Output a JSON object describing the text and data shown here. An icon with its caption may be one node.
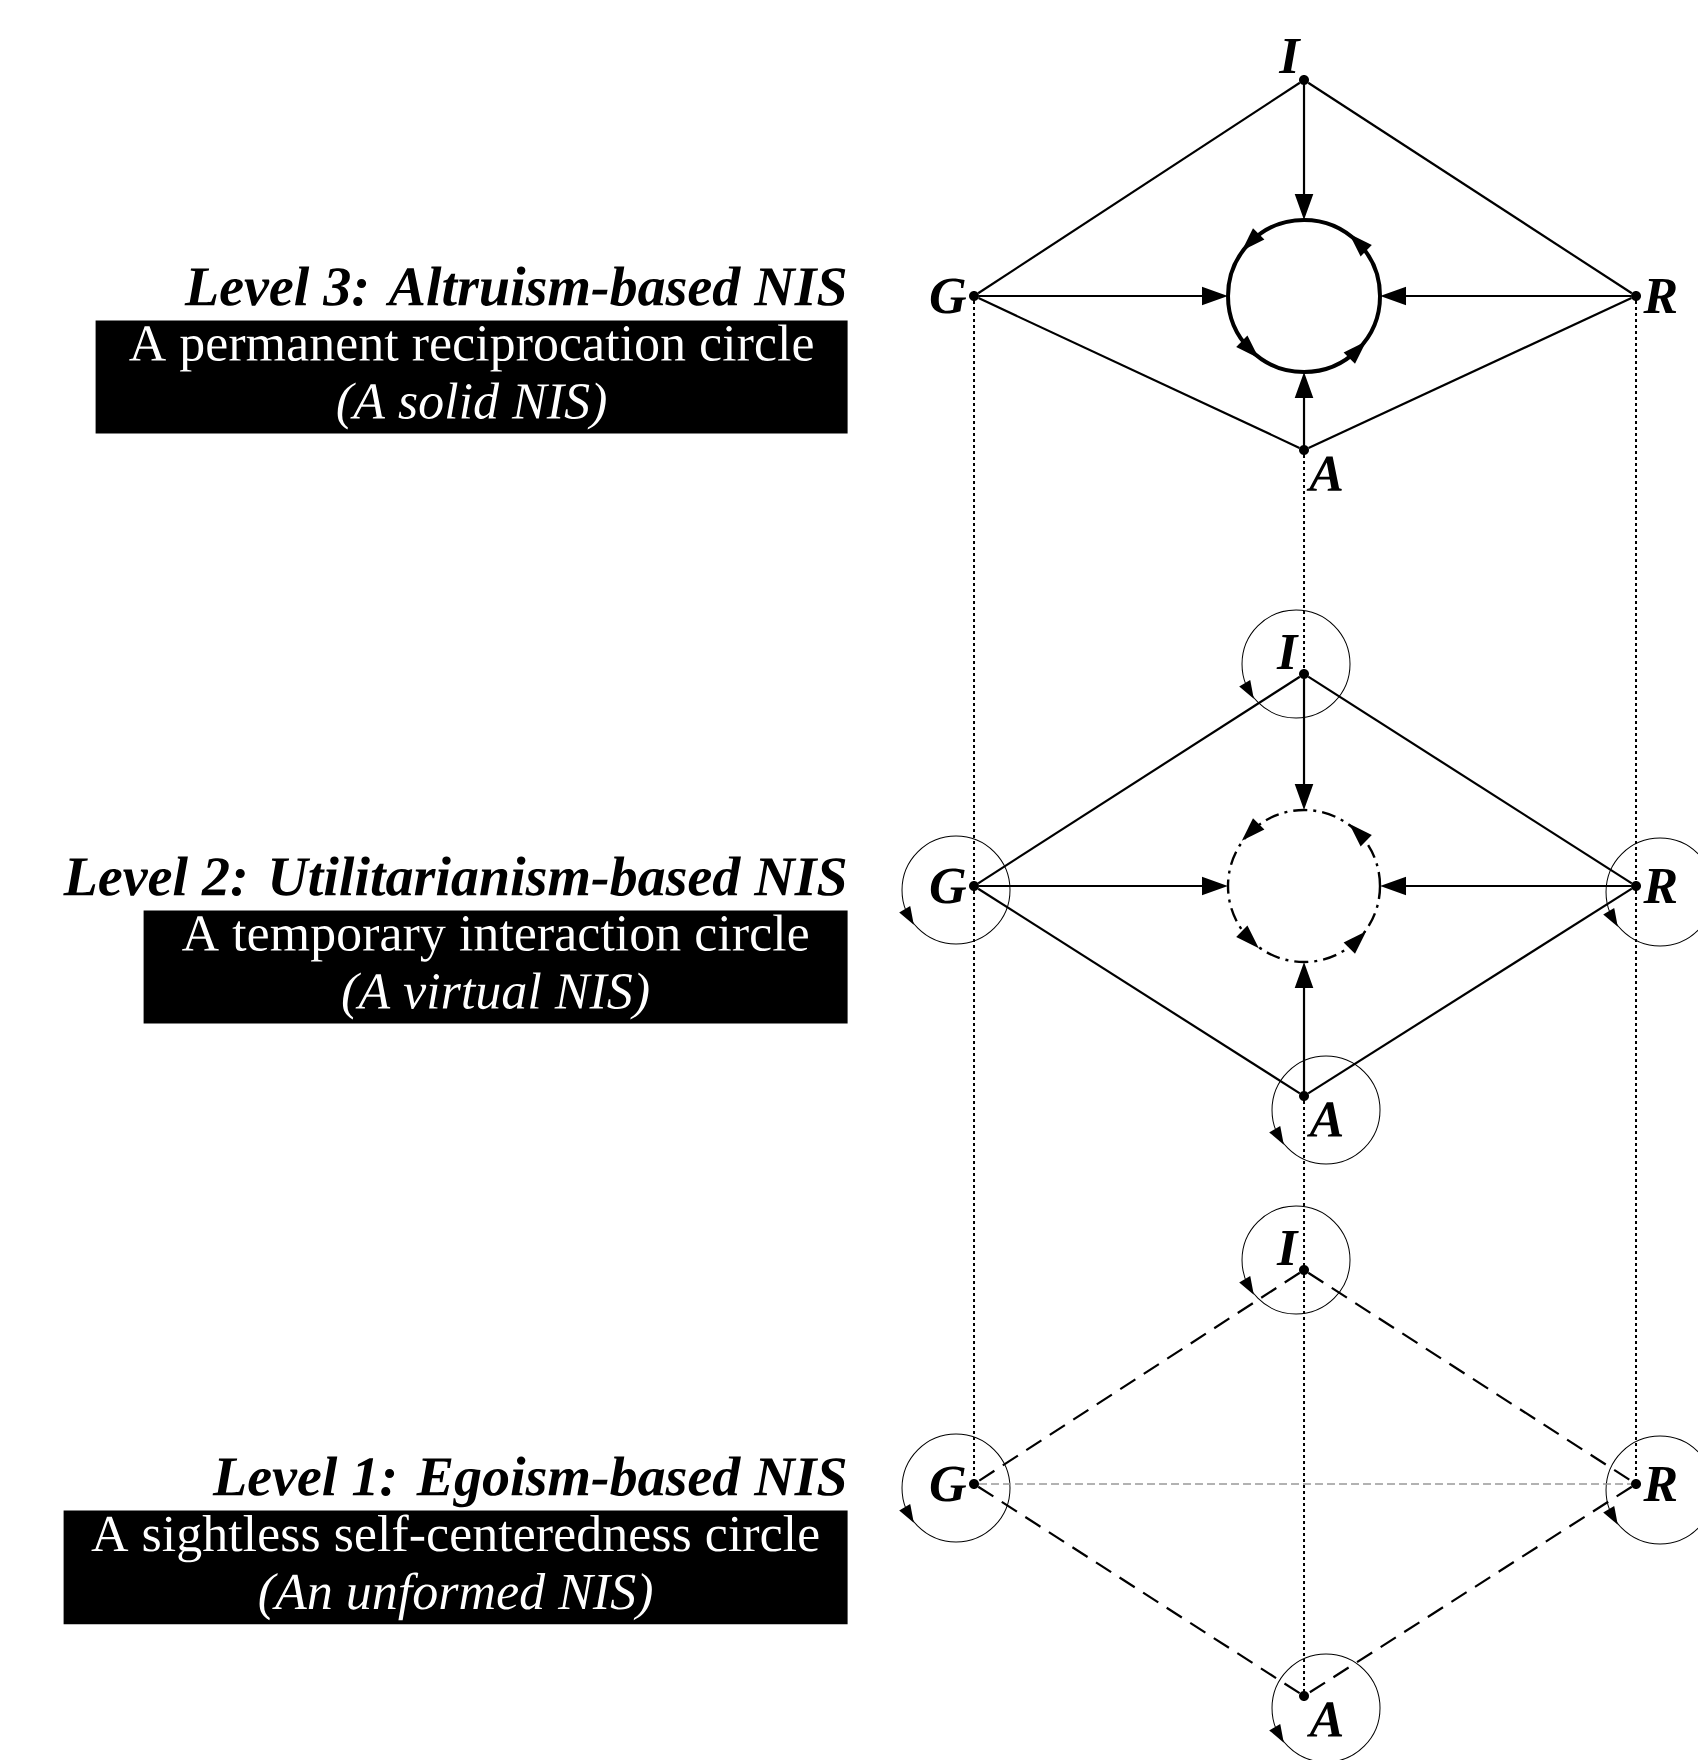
{
  "diagram": {
    "nodes": [
      {
        "text": [
          "Level 3: Altruism-based NIS",
          "A permanent reciprocation circle",
          "(A solid NIS)"
        ]
      },
      {
        "text": [
          "I"
        ]
      },
      {
        "text": [
          "G"
        ]
      },
      {
        "text": [
          "R"
        ]
      },
      {
        "text": [],
        "shape": "circle"
      },
      {
        "text": [
          "A"
        ]
      },
      {
        "text": [
          "Level 2: Utilitarianism-based NIS",
          "A temporary interaction circle",
          "(A virtual NIS)"
        ]
      },
      {
        "text": [
          "I"
        ]
      },
      {
        "text": [
          "G"
        ]
      },
      {
        "text": [
          "R"
        ]
      },
      {
        "text": [],
        "shape": "circle"
      },
      {
        "text": [
          "A"
        ]
      },
      {
        "text": [
          "Level 1: Egoism-based NIS",
          "A sightless self-centeredness circle",
          "(An unformed NIS)"
        ]
      },
      {
        "text": [
          "I"
        ]
      },
      {
        "text": [
          "G"
        ]
      },
      {
        "text": [
          "R"
        ]
      },
      {
        "text": [
          "A"
        ]
      }
    ],
    "edges": [
      {
        "from": 1,
        "to": 2,
        "arrow": "none"
      },
      {
        "from": 1,
        "to": 3,
        "arrow": "none"
      },
      {
        "from": 2,
        "to": 5,
        "arrow": "none"
      },
      {
        "from": 3,
        "to": 5,
        "arrow": "none"
      },
      {
        "from": 1,
        "to": 4,
        "arrow": "to"
      },
      {
        "from": 2,
        "to": 4,
        "arrow": "to"
      },
      {
        "from": 3,
        "to": 4,
        "arrow": "to"
      },
      {
        "from": 5,
        "to": 4,
        "arrow": "to"
      },
      {
        "from": 7,
        "to": 8,
        "arrow": "none"
      },
      {
        "from": 7,
        "to": 9,
        "arrow": "none"
      },
      {
        "from": 8,
        "to": 11,
        "arrow": "none"
      },
      {
        "from": 9,
        "to": 11,
        "arrow": "none"
      },
      {
        "from": 7,
        "to": 10,
        "arrow": "to"
      },
      {
        "from": 8,
        "to": 10,
        "arrow": "to"
      },
      {
        "from": 9,
        "to": 10,
        "arrow": "to"
      },
      {
        "from": 11,
        "to": 10,
        "arrow": "to"
      },
      {
        "from": 13,
        "to": 14,
        "arrow": "none",
        "style": "dashed"
      },
      {
        "from": 13,
        "to": 15,
        "arrow": "none",
        "style": "dashed"
      },
      {
        "from": 14,
        "to": 16,
        "arrow": "none",
        "style": "dashed"
      },
      {
        "from": 15,
        "to": 16,
        "arrow": "none",
        "style": "dashed"
      },
      {
        "from": 14,
        "to": 15,
        "arrow": "none",
        "style": "dashed",
        "color": "#999999"
      },
      {
        "from": 13,
        "to": 16,
        "arrow": "none",
        "style": "dashed"
      },
      {
        "from": 2,
        "to": 8,
        "arrow": "none",
        "style": "dashed"
      },
      {
        "from": 8,
        "to": 14,
        "arrow": "none",
        "style": "dashed"
      },
      {
        "from": 3,
        "to": 9,
        "arrow": "none",
        "style": "dashed"
      },
      {
        "from": 9,
        "to": 15,
        "arrow": "none",
        "style": "dashed"
      },
      {
        "from": 5,
        "to": 7,
        "arrow": "none",
        "style": "dashed"
      },
      {
        "from": 11,
        "to": 13,
        "arrow": "none",
        "style": "dashed"
      }
    ]
  }
}
